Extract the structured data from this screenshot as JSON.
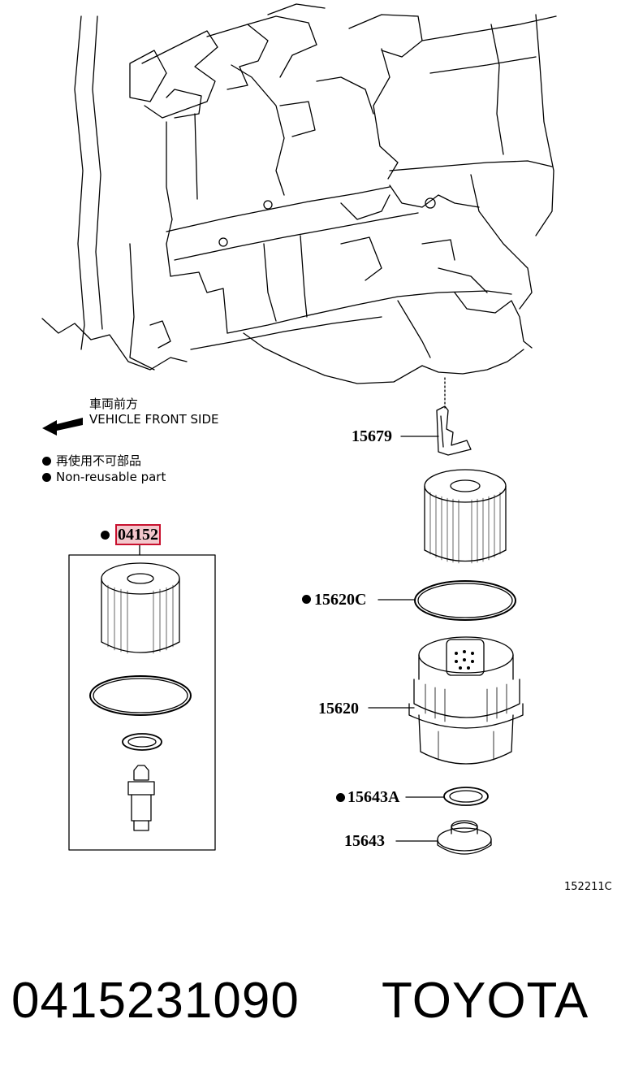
{
  "header": {
    "direction_jp": "車両前方",
    "direction_en": "VEHICLE FRONT SIDE",
    "legend_jp": "再使用不可部品",
    "legend_en": "Non-reusable part"
  },
  "parts": {
    "kit": "04152",
    "bracket": "15679",
    "oring": "15620C",
    "cap": "15620",
    "gasket": "15643A",
    "plug": "15643"
  },
  "figure_code": "152211C",
  "caption": {
    "part_number": "0415231090",
    "brand": "TOYOTA"
  },
  "colors": {
    "highlight_border": "#c8102e",
    "highlight_fill": "#f3c7cc",
    "line": "#000000"
  }
}
